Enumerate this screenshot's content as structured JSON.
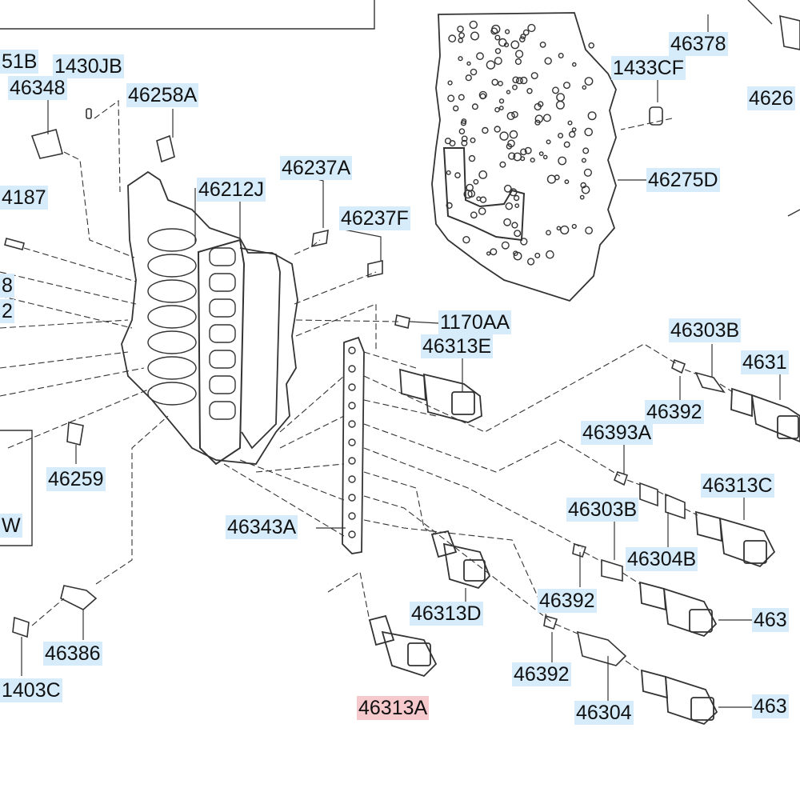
{
  "diagram": {
    "labels": [
      {
        "id": "l-1430JB",
        "text": "1430JB"
      },
      {
        "id": "l-51B",
        "text": "51B"
      },
      {
        "id": "l-46348",
        "text": "46348"
      },
      {
        "id": "l-46258A",
        "text": "46258A"
      },
      {
        "id": "l-46378",
        "text": "46378"
      },
      {
        "id": "l-1433CF",
        "text": "1433CF"
      },
      {
        "id": "l-4626",
        "text": "4626"
      },
      {
        "id": "l-46275D",
        "text": "46275D"
      },
      {
        "id": "l-46237A",
        "text": "46237A"
      },
      {
        "id": "l-46212J",
        "text": "46212J"
      },
      {
        "id": "l-4187",
        "text": "4187"
      },
      {
        "id": "l-46237F",
        "text": "46237F"
      },
      {
        "id": "l-8",
        "text": "8"
      },
      {
        "id": "l-2",
        "text": "2"
      },
      {
        "id": "l-1170AA",
        "text": "1170AA"
      },
      {
        "id": "l-46313E",
        "text": "46313E"
      },
      {
        "id": "l-46303B-a",
        "text": "46303B"
      },
      {
        "id": "l-4631",
        "text": "4631"
      },
      {
        "id": "l-46392-a",
        "text": "46392"
      },
      {
        "id": "l-46393A",
        "text": "46393A"
      },
      {
        "id": "l-46259",
        "text": "46259"
      },
      {
        "id": "l-46313C",
        "text": "46313C"
      },
      {
        "id": "l-46303B-b",
        "text": "46303B"
      },
      {
        "id": "l-W",
        "text": "W"
      },
      {
        "id": "l-46343A",
        "text": "46343A"
      },
      {
        "id": "l-46304B",
        "text": "46304B"
      },
      {
        "id": "l-46392-b",
        "text": "46392"
      },
      {
        "id": "l-46313D",
        "text": "46313D"
      },
      {
        "id": "l-463-a",
        "text": "463"
      },
      {
        "id": "l-46386",
        "text": "46386"
      },
      {
        "id": "l-46392-c",
        "text": "46392"
      },
      {
        "id": "l-1403C",
        "text": "1403C"
      },
      {
        "id": "l-46313A",
        "text": "46313A",
        "selected": true
      },
      {
        "id": "l-46304",
        "text": "46304"
      },
      {
        "id": "l-463-b",
        "text": "463"
      }
    ]
  },
  "colors": {
    "callout_bg": "#d6ecfb",
    "selected_bg": "#f6c9cd",
    "line": "#333333"
  }
}
